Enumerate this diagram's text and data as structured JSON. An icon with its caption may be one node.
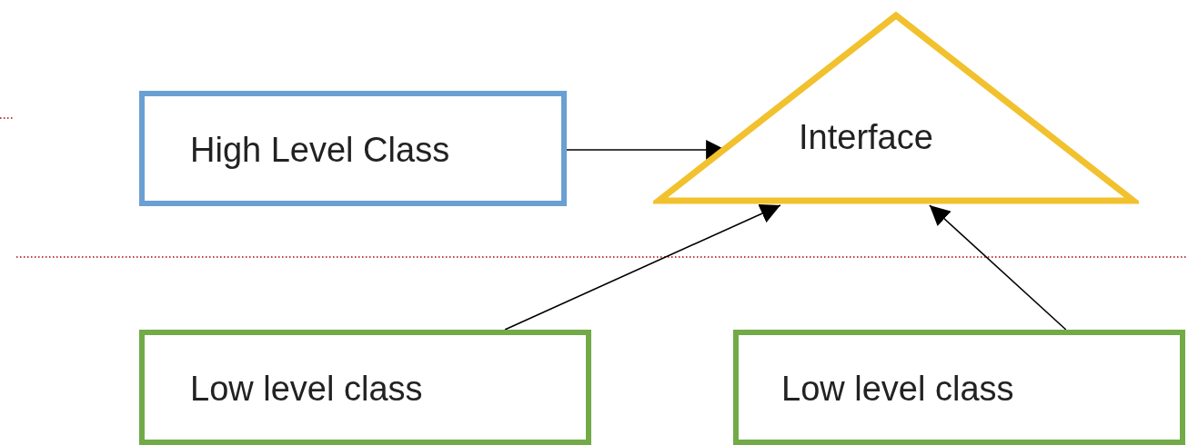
{
  "diagram": {
    "nodes": [
      {
        "text": [
          "High Level Class"
        ]
      },
      {
        "text": [
          "Interface"
        ]
      },
      {
        "text": [
          "Low level class"
        ]
      },
      {
        "text": [
          "Low level class"
        ]
      }
    ],
    "edges": [
      {
        "from": 0,
        "to": 1,
        "arrow": "to"
      },
      {
        "from": 2,
        "to": 1,
        "arrow": "to"
      },
      {
        "from": 3,
        "to": 1,
        "arrow": "to"
      }
    ]
  }
}
